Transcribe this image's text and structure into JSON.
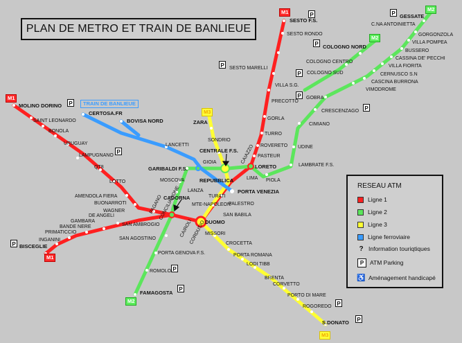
{
  "title": "PLAN DE METRO ET TRAIN DE BANLIEUE",
  "colors": {
    "background": "#c8c8c8",
    "line1": "#ff2020",
    "line2": "#5ce65c",
    "line3": "#ffff33",
    "train": "#3a9cff"
  },
  "line_tags": {
    "m1_top": "M1",
    "m1_left": "M1",
    "m1_bottom": "M1",
    "m2_gessate": "M2",
    "m2_cologno": "M2",
    "m2_famagosta": "M2",
    "m3_zara": "M3",
    "m3_sdonato": "M3",
    "train": "TRAIN DE BANLIEUE"
  },
  "legend": {
    "title": "RESEAU ATM",
    "items": [
      {
        "label": "Ligne 1",
        "color": "#ff2020"
      },
      {
        "label": "Ligne 2",
        "color": "#5ce65c"
      },
      {
        "label": "Ligne 3",
        "color": "#ffff33"
      },
      {
        "label": "Ligne ferroviaire",
        "color": "#3a9cff"
      }
    ],
    "info": "Information touriqtiques",
    "parking": "ATM Parking",
    "handicap": "Aménagement handicapé",
    "info_symbol": "?",
    "parking_symbol": "P",
    "handicap_symbol": "♿"
  },
  "parking_symbol": "P",
  "stations": {
    "sesto_fs": "SESTO F.S.",
    "sesto_rondo": "SESTO RONDO",
    "sesto_marelli": "SESTO MARELLI",
    "villa_sg": "VILLA S.G.",
    "precotto": "PRECOTTO",
    "gorla": "GORLA",
    "turro": "TURRO",
    "rovereto": "ROVERETO",
    "pasteur": "PASTEUR",
    "loreto": "LORETO",
    "lima": "LIMA",
    "porta_venezia": "PORTA VENEZIA",
    "palestro": "PALESTRO",
    "san_babila": "SAN BABILA",
    "duomo": "DUOMO",
    "cordusio": "CORDUSIO",
    "cairoli": "CAIROLI",
    "cadorna": "CADORNA",
    "conciliazione": "CONCILIAZIONE",
    "pagano": "PAGANO",
    "buonarroti": "BUONARROTI",
    "amendola_fiera": "AMENDOLA FIERA",
    "lotto": "LOTTO",
    "qt8": "QT8",
    "lampugnano": "LAMPUGNANO",
    "uruguay": "URUGUAY",
    "bonola": "BONOLA",
    "saint_leonardo": "SAINT LEONARDO",
    "molino_dorino": "MOLINO DORINO",
    "wagner": "WAGNER",
    "de_angeli": "DE ANGELI",
    "gambara": "GAMBARA",
    "bande_nere": "BANDE NERE",
    "primaticcio": "PRIMATICCIO",
    "inganini": "INGANINI",
    "bisceglie": "BISCEGLIE",
    "gessate": "GESSATE",
    "cna_antoinietta": "C.NA ANTOINIETTA",
    "gorgonzola": "GORGONZOLA",
    "villa_pompea": "VILLA POMPEA",
    "bussero": "BUSSERO",
    "cassina_pecchi": "CASSINA DE' PECCHI",
    "villa_fiorita": "VILLA FIORITA",
    "cernusco": "CERNUSCO S.N",
    "cascina_burrona": "CASCINA BURRONA",
    "vimodrome": "VIMODROME",
    "cologno_nord": "COLOGNO NORD",
    "cologno_centro": "COLOGNO CENTRO",
    "cologno_sud": "COLOGNO SUD",
    "gobra": "GOBRA",
    "crescenzago": "CRESCENZAGO",
    "cimiano": "CIMIANO",
    "udine": "UDINE",
    "lambrate": "LAMBRATE F.S.",
    "piola": "PIOLA",
    "caiazzo": "CAIAZZO",
    "centrale": "CENTRALE F.S.",
    "gioia": "GIOIA",
    "garibaldi": "GARIBALDI F.S.",
    "moscova": "MOSCOVA",
    "lanza": "LANZA",
    "sant_ambrogio": "SAN AMBROGIO",
    "sant_agostino": "SAN AGOSTINO",
    "porta_genova": "PORTA GENOVA F.S.",
    "romolo": "ROMOLO",
    "famagosta": "FAMAGOSTA",
    "zara": "ZARA",
    "sondrio": "SONDRIO",
    "repubblica": "REPUBBLICA",
    "turati": "TURATI",
    "montenapoleone": "MTE-NAPOLEON",
    "missori": "MISSORI",
    "crocetta": "CROCETTA",
    "porta_romana": "PORTA ROMANA",
    "lodi": "LODI TIBB",
    "brenta": "BRENTA",
    "corvetto": "CORVETTO",
    "porto_di_mare": "PORTO DI MARE",
    "rogoredo": "ROGOREDO",
    "sdonato": "S.DONATO",
    "certosa": "CERTOSA.FR",
    "bovisa": "BOVISA NORD",
    "lancetti": "LANCETTI"
  }
}
